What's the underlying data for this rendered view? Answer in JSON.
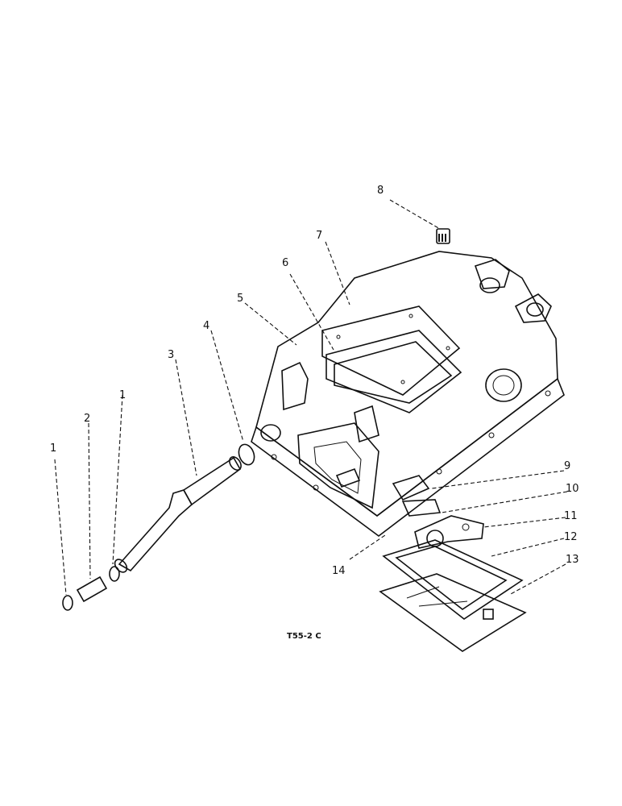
{
  "figure": {
    "caption": "T55-2 C",
    "callouts": [
      {
        "id": "c1a",
        "label": "1"
      },
      {
        "id": "c2",
        "label": "2"
      },
      {
        "id": "c1b",
        "label": "1"
      },
      {
        "id": "c3",
        "label": "3"
      },
      {
        "id": "c4",
        "label": "4"
      },
      {
        "id": "c5",
        "label": "5"
      },
      {
        "id": "c6",
        "label": "6"
      },
      {
        "id": "c7",
        "label": "7"
      },
      {
        "id": "c8",
        "label": "8"
      },
      {
        "id": "c9",
        "label": "9"
      },
      {
        "id": "c10",
        "label": "10"
      },
      {
        "id": "c11",
        "label": "11"
      },
      {
        "id": "c12",
        "label": "12"
      },
      {
        "id": "c13",
        "label": "13"
      },
      {
        "id": "c14",
        "label": "14"
      }
    ]
  }
}
